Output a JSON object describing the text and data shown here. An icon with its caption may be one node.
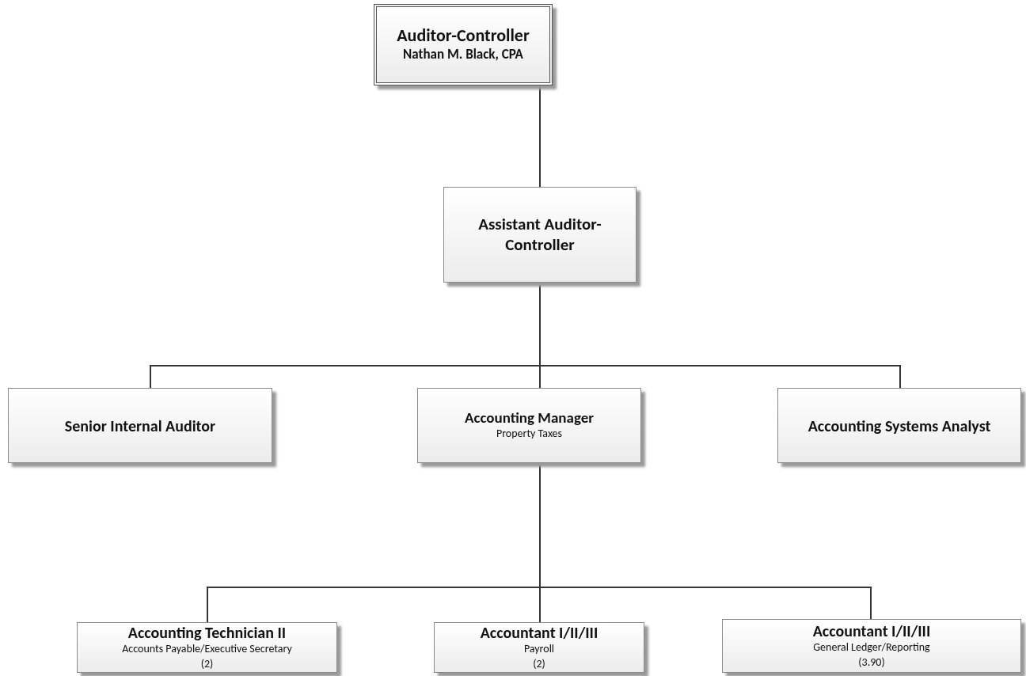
{
  "diagram": {
    "nodes": [
      {
        "text": [
          "Auditor-Controller",
          "Nathan M. Black, CPA"
        ]
      },
      {
        "text": [
          "Assistant Auditor-Controller"
        ]
      },
      {
        "text": [
          "Senior Internal Auditor"
        ]
      },
      {
        "text": [
          "Accounting Manager",
          "Property Taxes"
        ]
      },
      {
        "text": [
          "Accounting Systems Analyst"
        ]
      },
      {
        "text": [
          "Accounting Technician II",
          "Accounts Payable/Executive Secretary",
          "(2)"
        ]
      },
      {
        "text": [
          "Accountant I/II/III",
          "Payroll",
          "(2)"
        ]
      },
      {
        "text": [
          "Accountant I/II/III",
          "General Ledger/Reporting",
          "(3.90)"
        ]
      }
    ],
    "edges": [
      {
        "from": 0,
        "to": 1,
        "arrow": "none"
      },
      {
        "from": 1,
        "to": 2,
        "arrow": "none"
      },
      {
        "from": 1,
        "to": 3,
        "arrow": "none"
      },
      {
        "from": 1,
        "to": 4,
        "arrow": "none"
      },
      {
        "from": 3,
        "to": 5,
        "arrow": "none"
      },
      {
        "from": 3,
        "to": 6,
        "arrow": "none"
      },
      {
        "from": 3,
        "to": 7,
        "arrow": "none"
      }
    ]
  }
}
